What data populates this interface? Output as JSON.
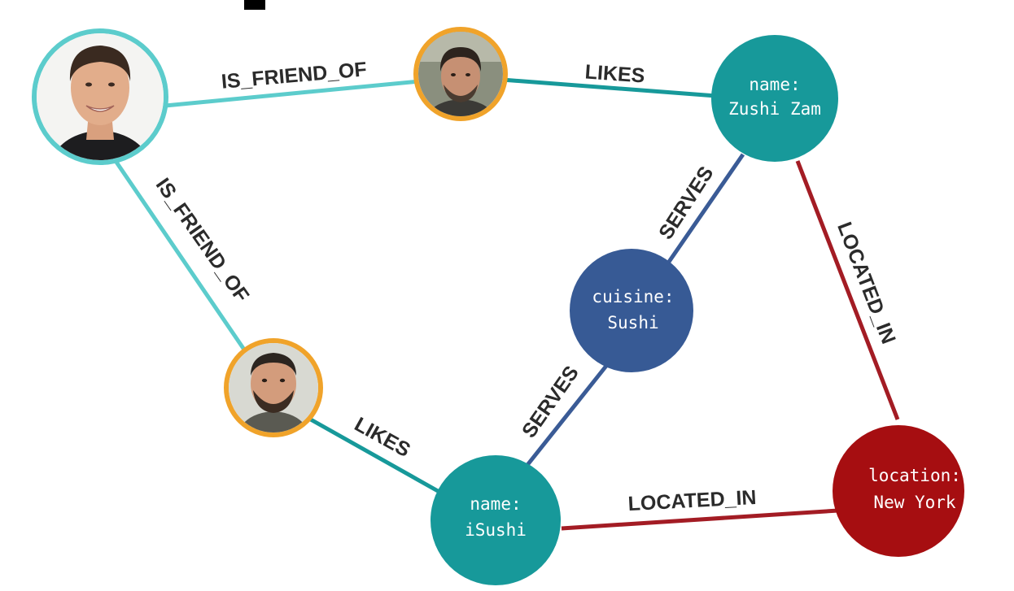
{
  "colors": {
    "friend_edge": "#5ccccc",
    "likes_edge": "#17999a",
    "serves_edge": "#3a5b96",
    "located_edge": "#a31c24",
    "restaurant_node": "#17999a",
    "cuisine_node": "#375a95",
    "location_node": "#a60e11",
    "photo_ring_main": "#5ccccc",
    "photo_ring_friend": "#f0a32a"
  },
  "nodes": {
    "person_main": {
      "type": "person",
      "icon": "person-photo-icon"
    },
    "person_friend_top": {
      "type": "person",
      "icon": "person-photo-icon"
    },
    "person_friend_bottom": {
      "type": "person",
      "icon": "person-photo-icon"
    },
    "zushi_zam": {
      "line1": "name:",
      "line2": "Zushi Zam"
    },
    "cuisine": {
      "line1": "cuisine:",
      "line2": "Sushi"
    },
    "isushi": {
      "line1": "name:",
      "line2": "iSushi"
    },
    "new_york": {
      "line1": "location:",
      "line2": "New York"
    }
  },
  "edges": {
    "friend_top": "IS_FRIEND_OF",
    "friend_left": "IS_FRIEND_OF",
    "likes_top": "LIKES",
    "likes_bottom": "LIKES",
    "serves_top": "SERVES",
    "serves_bottom": "SERVES",
    "located_right": "LOCATED_IN",
    "located_bottom": "LOCATED_IN"
  }
}
